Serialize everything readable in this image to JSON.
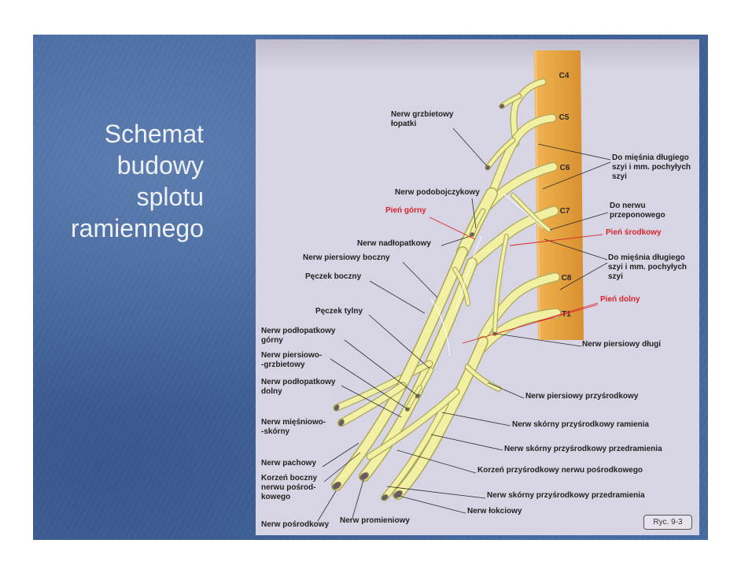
{
  "slide": {
    "title": [
      "Schemat",
      "budowy",
      "splotu",
      "ramiennego"
    ]
  },
  "figure": {
    "segments": [
      "C4",
      "C5",
      "C6",
      "C7",
      "C8",
      "T1"
    ],
    "labels": {
      "dorsal_scapular": [
        "Nerw grzbietowy",
        "łopatki"
      ],
      "longus_colli_upper": [
        "Do mięśnia długiego",
        "szyi i mm. pochyłych",
        "szyi"
      ],
      "subclavius": [
        "Nerw podobojczykowy"
      ],
      "upper_trunk": [
        "Pień górny"
      ],
      "phrenic": [
        "Do nerwu",
        "przeponowego"
      ],
      "middle_trunk": [
        "Pień środkowy"
      ],
      "suprascapular": [
        "Nerw nadłopatkowy"
      ],
      "lateral_pectoral": [
        "Nerw piersiowy boczny"
      ],
      "longus_colli_lower": [
        "Do mięśnia długiego",
        "szyi i mm. pochyłych",
        "szyi"
      ],
      "lateral_cord": [
        "Pęczek boczny"
      ],
      "lower_trunk": [
        "Pień dolny"
      ],
      "posterior_cord": [
        "Pęczek tylny"
      ],
      "upper_subscapular": [
        "Nerw podłopatkowy",
        "górny"
      ],
      "long_thoracic": [
        "Nerw piersiowy długi"
      ],
      "thoracodorsal": [
        "Nerw piersiowo-",
        "-grzbietowy"
      ],
      "lower_subscapular": [
        "Nerw podłopatkowy",
        "dolny"
      ],
      "medial_pectoral": [
        "Nerw piersiowy przyśrodkowy"
      ],
      "musculocutaneous": [
        "Nerw mięśniowo-",
        "-skórny"
      ],
      "medial_cutaneous_arm": [
        "Nerw skórny przyśrodkowy ramienia"
      ],
      "medial_cutaneous_forearm_1": [
        "Nerw skórny przyśrodkowy przedramienia"
      ],
      "axillary": [
        "Nerw pachowy"
      ],
      "median_medial_root": [
        "Korzeń przyśrodkowy nerwu pośrodkowego"
      ],
      "median_lateral_root": [
        "Korzeń boczny",
        "nerwu pośrod-",
        "kowego"
      ],
      "medial_cutaneous_forearm_2": [
        "Nerw skórny przyśrodkowy przedramienia"
      ],
      "ulnar": [
        "Nerw łokciowy"
      ],
      "median": [
        "Nerw pośrodkowy"
      ],
      "radial": [
        "Nerw promieniowy"
      ]
    },
    "caption": "Ryc. 9-3"
  },
  "colors": {
    "slide_background": "#46699f",
    "figure_background": "#d7d4e3",
    "vertebral_band": "#e6a440",
    "nerve": "#f2f0a3",
    "nerve_outline": "#aba85c",
    "red_label": "#d8242c",
    "label_text": "#222222"
  }
}
